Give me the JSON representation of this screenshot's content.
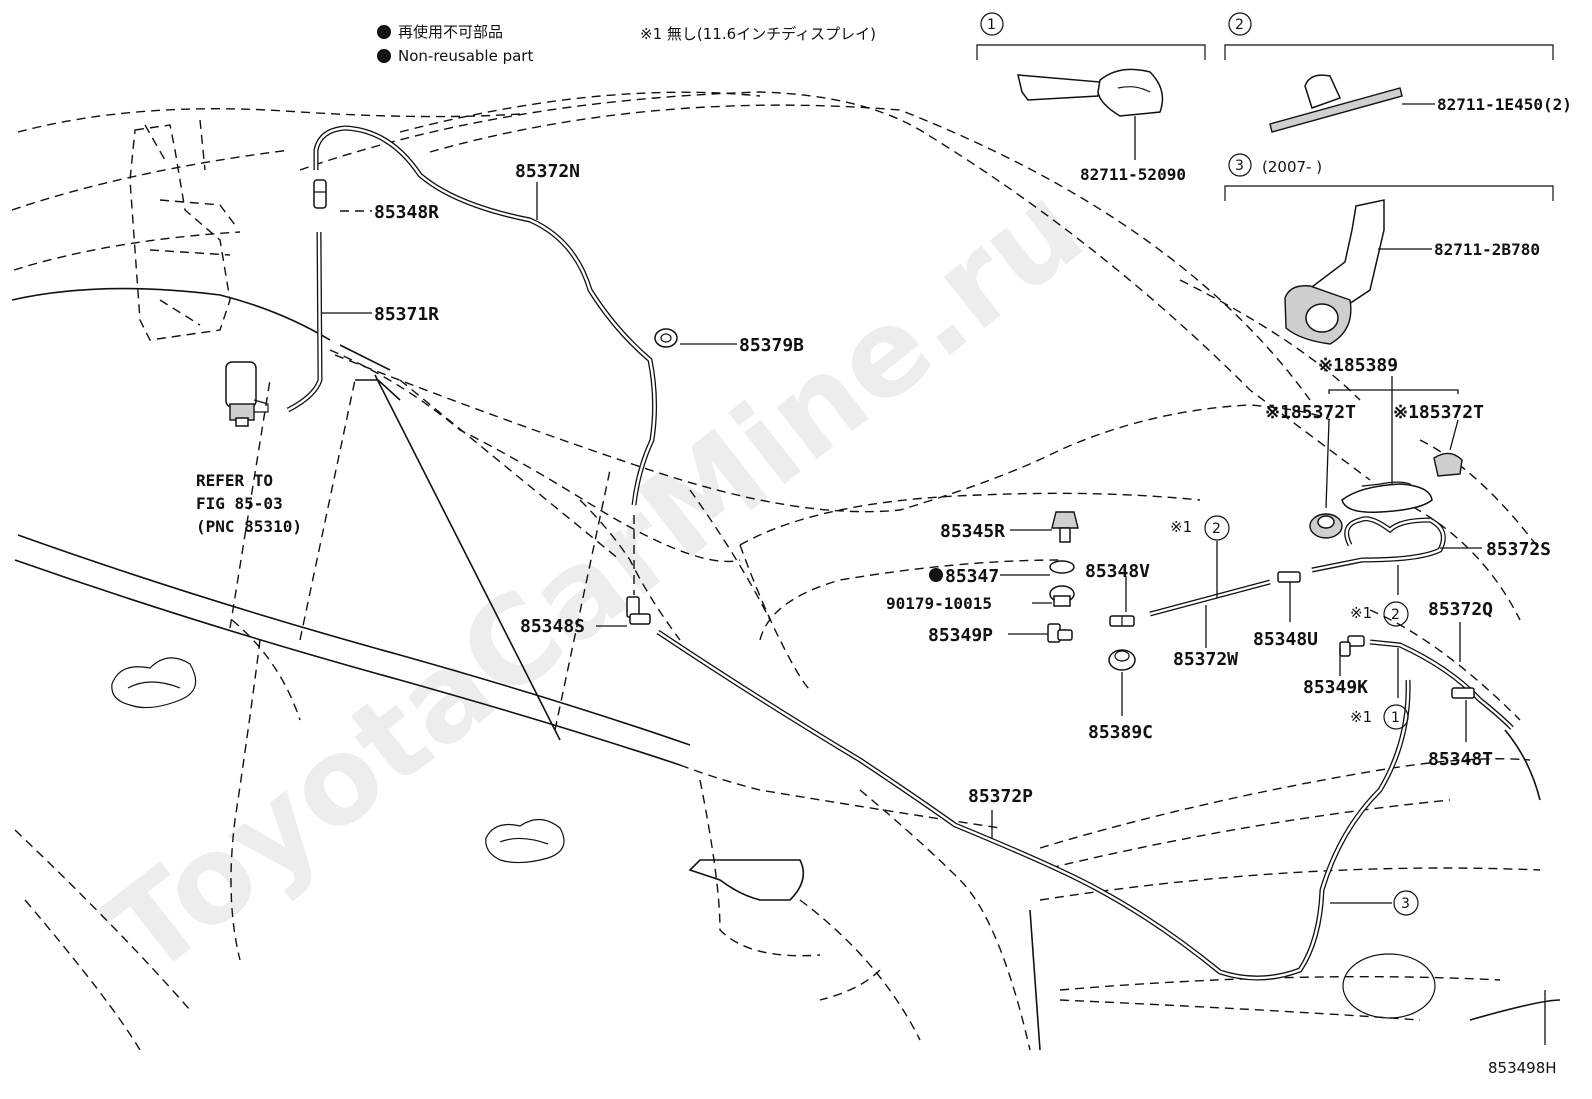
{
  "legend": {
    "japanese": "再使用不可部品",
    "english": "Non-reusable part"
  },
  "note": "※1 無し(11.6インチディスプレイ)",
  "watermark": "ToyotaCarMine.ru",
  "figure_number": "853498H",
  "refer_text": {
    "line1": "REFER TO",
    "line2": "FIG 85-03",
    "line3": "(PNC 85310)"
  },
  "insets": {
    "i1": {
      "num": "1",
      "part": "82711-52090"
    },
    "i2": {
      "num": "2",
      "part": "82711-1E450(2)"
    },
    "i3": {
      "num": "3",
      "year": "(2007-      )",
      "part": "82711-2B780"
    }
  },
  "labels": {
    "p85372N": "85372N",
    "p85348R": "85348R",
    "p85371R": "85371R",
    "p85379B": "85379B",
    "p85348S": "85348S",
    "p85372P": "85372P",
    "p85345R": "85345R",
    "p85347": "85347",
    "p90179": "90179-10015",
    "p85349P": "85349P",
    "p85348V": "85348V",
    "p85389C": "85389C",
    "p85372W": "85372W",
    "p85348U": "85348U",
    "p85349K": "85349K",
    "p85372S": "85372S",
    "p85372Q": "85372Q",
    "p85348T": "85348T",
    "p85389": "※185389",
    "p85372T_a": "※185372T",
    "p85372T_b": "※185372T",
    "star1": "※1",
    "circ1": "1",
    "circ2": "2",
    "circ3": "3"
  }
}
